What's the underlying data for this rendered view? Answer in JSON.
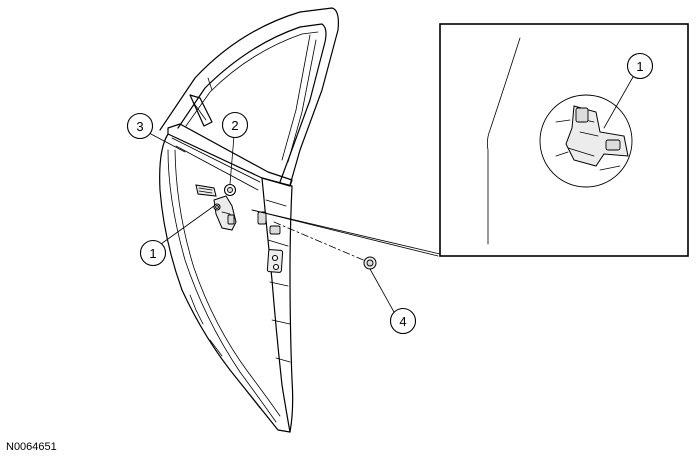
{
  "figure": {
    "id_label": "N0064651"
  },
  "callouts": {
    "door_handle_clip": "1",
    "door_lock_cylinder": "2",
    "door_handle_trim": "3",
    "plug": "4",
    "detail_clip": "1"
  }
}
